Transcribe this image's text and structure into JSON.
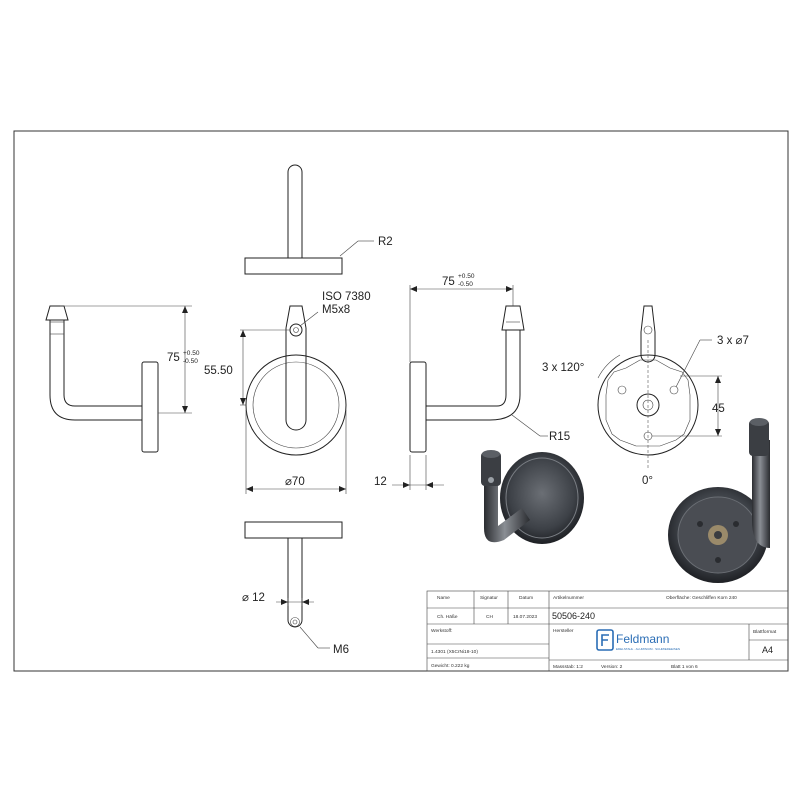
{
  "dimensions": {
    "radius_r2": "R2",
    "iso_thread_line1": "ISO 7380",
    "iso_thread_line2": "M5x8",
    "height_75": "75",
    "tol_plus": "+0.50",
    "tol_minus": "-0.50",
    "offset_55_50": "55.50",
    "diameter_70": "⌀70",
    "width_75": "75",
    "plate_12": "12",
    "radius_r15": "R15",
    "holes": "3 x ⌀7",
    "angle": "3 x 120°",
    "dist_45": "45",
    "zero_deg": "0°",
    "diameter_12": "⌀ 12",
    "thread_m6": "M6"
  },
  "title_block": {
    "col_name": "Name",
    "col_signature": "Signatur",
    "col_date": "Datum",
    "article_label": "Artikelnummer",
    "surface_label": "Oberfläche: Geschliffen Korn 240",
    "name_value": "Ch. Häße",
    "signature_value": "CH",
    "date_value": "18.07.2023",
    "article_number": "50506-240",
    "material_label": "Werkstoff:",
    "material_value": "1.4301 (X5CrNi18-10)",
    "manufacturer_label": "Hersteller",
    "sheet_format_label": "Blattformat",
    "sheet_format_value": "A4",
    "weight": "Gewicht: 0.222 kg",
    "scale": "Massstab: 1:2",
    "version": "Version: 2",
    "sheet_of": "Blatt 1 von 6",
    "logo_name": "Feldmann",
    "logo_tagline": "EDELSTAHL · ALUMINIUM · SCHMIEDEEISEN"
  },
  "colors": {
    "logo_blue": "#2a6db5",
    "line": "#222222"
  }
}
